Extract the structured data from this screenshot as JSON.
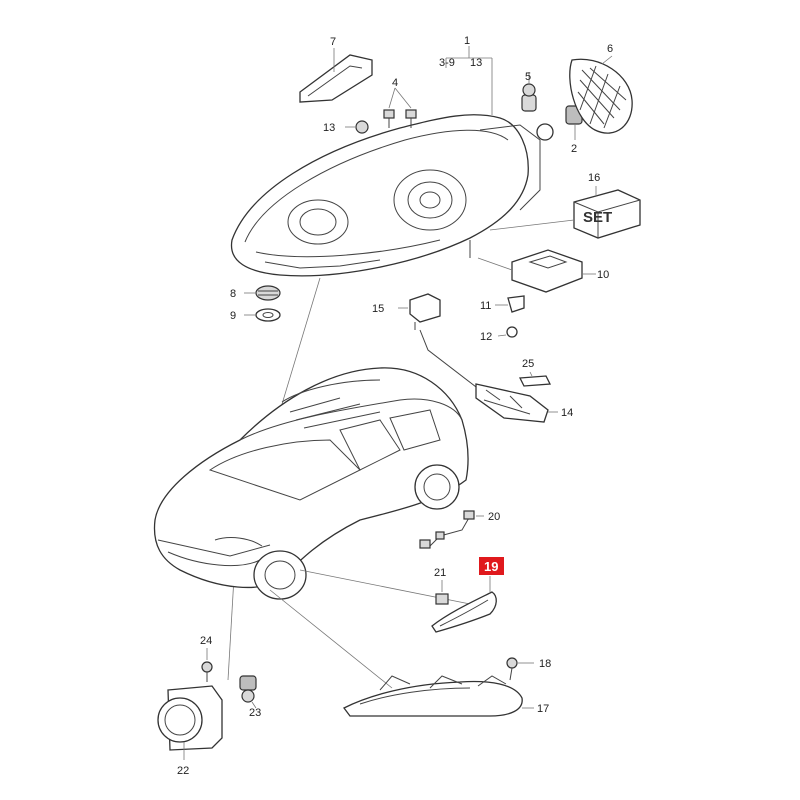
{
  "callouts": {
    "c1": "1",
    "c3_9": "3-9",
    "c13_top": "13",
    "c2": "2",
    "c4": "4",
    "c5": "5",
    "c6": "6",
    "c7": "7",
    "c8": "8",
    "c9": "9",
    "c10": "10",
    "c11": "11",
    "c12": "12",
    "c13": "13",
    "c14": "14",
    "c15": "15",
    "c16": "16",
    "c17": "17",
    "c18": "18",
    "c19": "19",
    "c20": "20",
    "c21": "21",
    "c22": "22",
    "c23": "23",
    "c24": "24",
    "c25": "25"
  },
  "set_label": "SET",
  "highlight_color": "#e0191d"
}
